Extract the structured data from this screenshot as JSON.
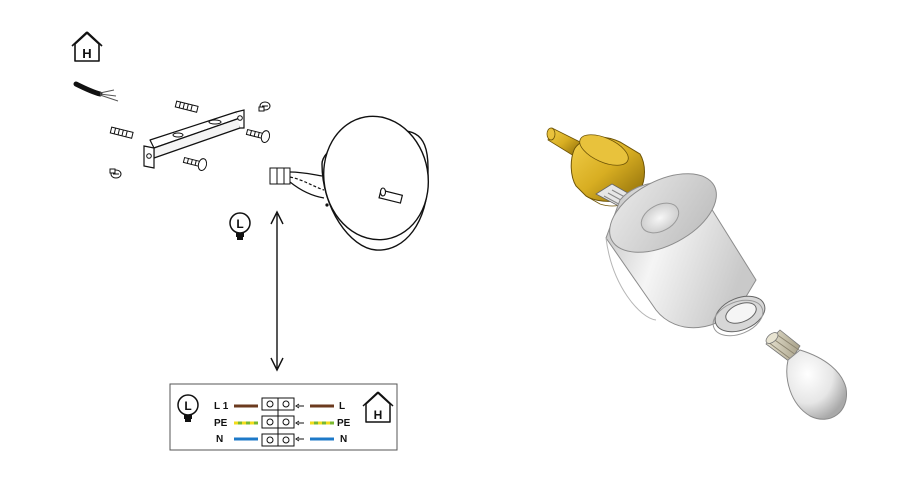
{
  "house_symbol_letter": "H",
  "lamp_symbol_letter": "L",
  "wiring_box": {
    "lamp_symbol_letter": "L",
    "house_symbol_letter": "H",
    "rows": [
      {
        "left_label": "L 1",
        "right_label": "L",
        "color": "#6b3a1e"
      },
      {
        "left_label": "PE",
        "right_label": "PE",
        "color": "#7ab82e",
        "stripe_color": "#f2dd1b"
      },
      {
        "left_label": "N",
        "right_label": "N",
        "color": "#1d79c8"
      }
    ]
  },
  "colors": {
    "line": "#111111",
    "brass": "#d8ae22",
    "brass_dark": "#8a6a08",
    "shade_light": "#f3f3f3",
    "shade_mid": "#cfcfcf",
    "shade_dark": "#8c8c8c"
  }
}
